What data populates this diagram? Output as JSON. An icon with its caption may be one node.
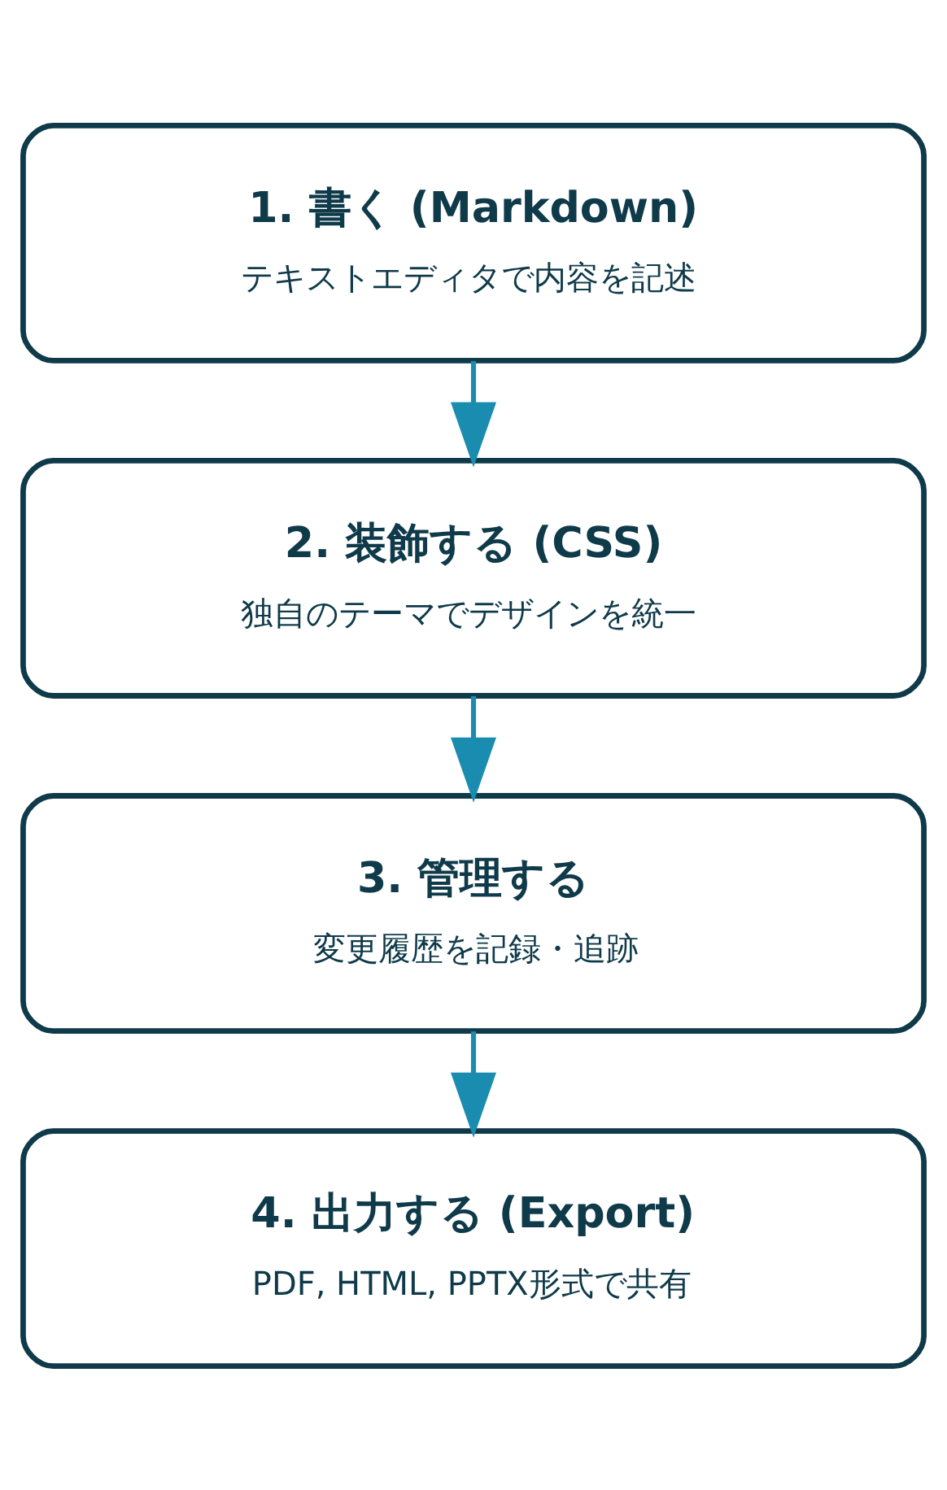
{
  "diagram": {
    "nodes": [
      {
        "text": [
          "1. 書く (Markdown)",
          "テキストエディタで内容を記述"
        ]
      },
      {
        "text": [
          "2. 装飾する (CSS)",
          "独自のテーマでデザインを統一"
        ]
      },
      {
        "text": [
          "3. 管理する",
          "変更履歴を記録・追跡"
        ]
      },
      {
        "text": [
          "4. 出力する (Export)",
          "PDF, HTML, PPTX形式で共有"
        ]
      }
    ],
    "edges": [
      {
        "from": 0,
        "to": 1,
        "arrow": "to"
      },
      {
        "from": 1,
        "to": 2,
        "arrow": "to"
      },
      {
        "from": 2,
        "to": 3,
        "arrow": "to"
      }
    ]
  }
}
